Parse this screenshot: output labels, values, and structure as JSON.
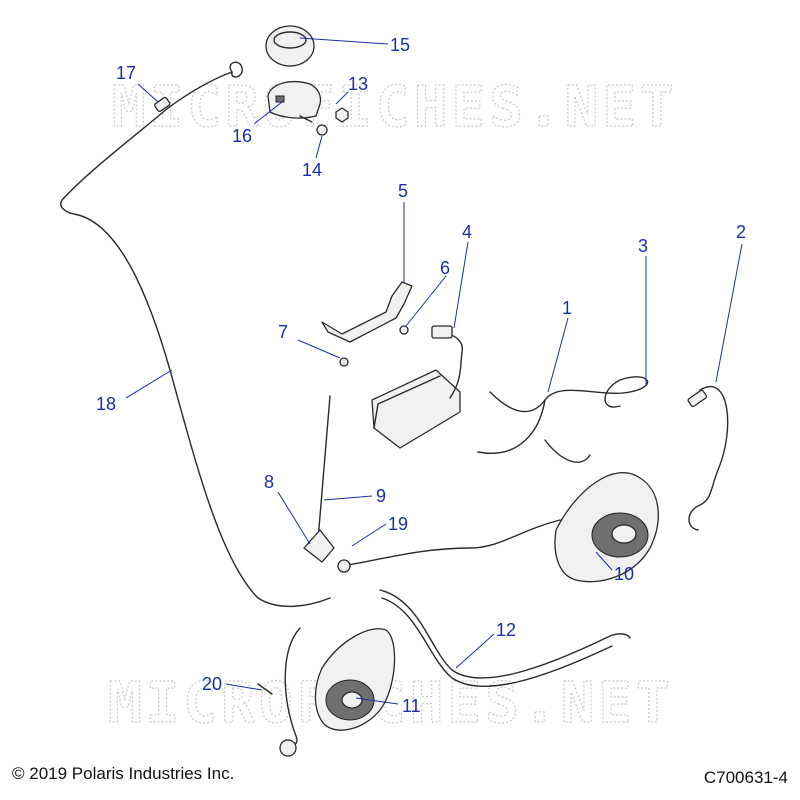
{
  "watermark": {
    "text": "MICROFICHES.NET"
  },
  "footer": {
    "copyright": "© 2019 Polaris Industries Inc.",
    "figure_code": "C700631-4"
  },
  "callouts": {
    "c1": "1",
    "c2": "2",
    "c3": "3",
    "c4": "4",
    "c5": "5",
    "c6": "6",
    "c7": "7",
    "c8": "8",
    "c9": "9",
    "c10": "10",
    "c11": "11",
    "c12": "12",
    "c13": "13",
    "c14": "14",
    "c15": "15",
    "c16": "16",
    "c17": "17",
    "c18": "18",
    "c19": "19",
    "c20": "20"
  },
  "colors": {
    "callout": "#1a2fa8",
    "line": "#2a2a2a",
    "watermark": "#c9c9c9"
  }
}
